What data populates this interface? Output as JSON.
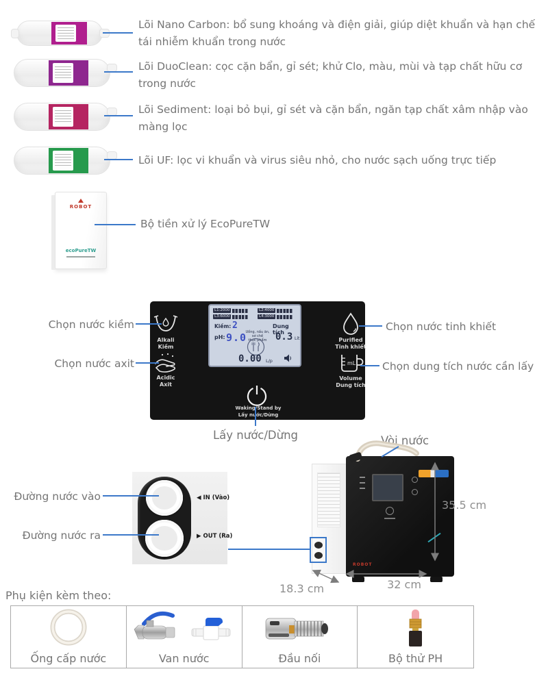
{
  "colors": {
    "accent_line": "#3b78c9",
    "label_text": "#757575",
    "panel_bg": "#141414",
    "lcd_bg": "#ccd4e2",
    "lcd_accent": "#3e51c1",
    "band_nano_carbon": "#b01f8e",
    "band_duoclean": "#8e278f",
    "band_sediment": "#b52561",
    "band_uf": "#279a4d"
  },
  "filters": {
    "items": [
      {
        "name": "nano-carbon",
        "band_color": "#b01f8e",
        "label": "Lõi Nano Carbon: bổ sung khoáng và điện giải, giúp diệt khuẩn và hạn chế tái nhiễm khuẩn trong nước"
      },
      {
        "name": "duoclean",
        "band_color": "#8e278f",
        "label": "Lõi DuoClean: cọc cặn bẩn, gỉ sét; khử Clo, màu, mùi và tạp chất hữu cơ trong nước"
      },
      {
        "name": "sediment",
        "band_color": "#b52561",
        "label": "Lõi Sediment: loại bỏ bụi, gỉ sét và cặn bẩn, ngăn tạp chất xâm nhập vào màng lọc"
      },
      {
        "name": "uf",
        "band_color": "#279a4d",
        "label": "Lõi UF: lọc vi khuẩn và virus siêu nhỏ, cho nước sạch uống trực tiếp"
      }
    ]
  },
  "prefilter": {
    "brand": "ROBOT",
    "box_text": "ecoPureTW",
    "label": "Bộ tiền xử lý EcoPureTW"
  },
  "control_panel": {
    "lcd": {
      "life": [
        {
          "label": "L1:2000"
        },
        {
          "label": "L2:4000"
        },
        {
          "label": "L3:6000"
        },
        {
          "label": "L4:3000"
        }
      ],
      "alkaline_label": "Kiềm:",
      "alkaline_value": "2",
      "ph_label": "pH:",
      "ph_value": "9.0",
      "mode_line1": "Uống, nấu ăn,",
      "mode_line2": "sơ chế",
      "mode_line3": "thực phẩm",
      "volume_label": "Dung tích",
      "volume_value": "0.3",
      "volume_unit": "Lít",
      "flow_value": "0.00",
      "flow_unit": "L/p"
    },
    "buttons": {
      "alkali_en": "Alkali",
      "alkali_vi": "Kiềm",
      "acidic_en": "Acidic",
      "acidic_vi": "Axit",
      "purified_en": "Purified",
      "purified_vi": "Tinh khiết",
      "volume_en": "Volume",
      "volume_vi": "Dung tích",
      "power_en": "Waking/Stand by",
      "power_vi": "Lấy nước/Dừng"
    },
    "callouts": {
      "alkali": "Chọn nước kiềm",
      "acidic": "Chọn nước axit",
      "purified": "Chọn nước tinh khiết",
      "volume": "Chọn dung tích nước cần lấy",
      "power": "Lấy nước/Dừng"
    }
  },
  "machine": {
    "faucet_callout": "Vòi nước",
    "brand": "ROBOT",
    "dim_height": "35.5 cm",
    "dim_width": "32 cm",
    "dim_depth": "18.3 cm"
  },
  "ports": {
    "in_label": "◀ IN (Vào)",
    "out_label": "▶ OUT (Ra)",
    "in_callout": "Đường nước vào",
    "out_callout": "Đường nước ra"
  },
  "accessories": {
    "title": "Phụ kiện kèm theo:",
    "items": [
      {
        "label": "Ống cấp nước"
      },
      {
        "label": "Van nước"
      },
      {
        "label": "Đầu nối"
      },
      {
        "label": "Bộ thử PH"
      }
    ]
  }
}
